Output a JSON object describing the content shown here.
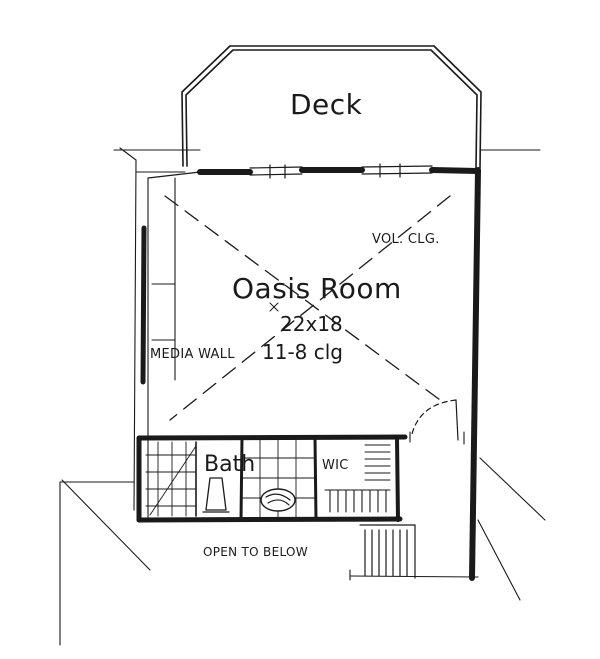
{
  "rooms": {
    "deck": "Deck",
    "oasis": "Oasis Room",
    "oasis_size": "22x18",
    "oasis_ceiling": "11-8 clg",
    "bath": "Bath",
    "wic": "WIC"
  },
  "notes": {
    "vol_clg": "VOL. CLG.",
    "media_wall": "MEDIA WALL",
    "open_to_below": "OPEN TO BELOW"
  }
}
